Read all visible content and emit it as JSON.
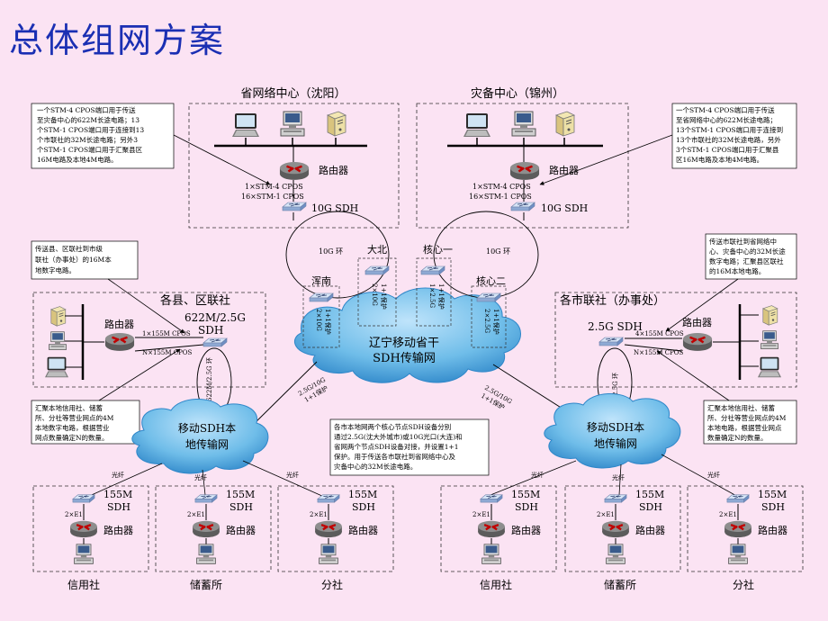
{
  "title": "总体组网方案",
  "center_provincial": {
    "label": "省网络中心（沈阳）",
    "router": "路由器",
    "cpos": [
      "1×STM-4 CPOS",
      "16×STM-1 CPOS"
    ],
    "sdh": "10G SDH"
  },
  "center_backup": {
    "label": "灾备中心（锦州）",
    "router": "路由器",
    "cpos": [
      "1×STM-4 CPOS",
      "16×STM-1 CPOS"
    ],
    "sdh": "10G SDH"
  },
  "notes": {
    "provincial": [
      "一个STM-4 CPOS端口用于传送",
      "至灾备中心的622M长途电路；13",
      "个STM-1 CPOS端口用于连接到13",
      "个市联社的32M长途电路；另外3",
      "个STM-1 CPOS端口用于汇聚县区",
      "16M电路及本地4M电路。"
    ],
    "backup": [
      "一个STM-4 CPOS端口用于传送",
      "至省网络中心的622M长途电路；",
      "13个STM-1 CPOS端口用于连接到",
      "13个市联社的32M长途电路，另外",
      "3个STM-1 CPOS端口用于汇聚县",
      "区16M电路及本地4M电路。"
    ],
    "county_top": [
      "传送县、区联社到市级",
      "联社（办事处）的16M本",
      "地数字电路。"
    ],
    "city_top": [
      "传送市联社到省网络中",
      "心、灾备中心的32M长途",
      "数字电路；汇聚县区联社",
      "的16M本地电路。"
    ],
    "county_bottom": [
      "汇聚本地信用社、储蓄",
      "所、分社等营业网点的4M",
      "本地数字电路，根据营业",
      "网点数量确定N的数量。"
    ],
    "city_bottom": [
      "汇聚本地信用社、储蓄",
      "所、分社等营业网点的4M",
      "本地电路，根据营业网点",
      "数量确定N的数量。"
    ],
    "center": [
      "各市本地网两个核心节点SDH设备分别",
      "通过2.5G(沈大外城市)或10G光口(大连)和",
      "省网两个节点SDH设备对接，并设置1+1",
      "保护。用于传送各市联社到省网络中心及",
      "灾备中心的32M长途电路。"
    ]
  },
  "backbone": {
    "cloud": [
      "辽宁移动省干",
      "SDH传输网"
    ],
    "nodes": [
      "大北",
      "核心一",
      "浑南",
      "核心二"
    ],
    "ring": "10G 环",
    "protect": [
      "2×10G",
      "1+1保护",
      "1×2.5G",
      "1+1保护",
      "2×10G",
      "1+1保护",
      "2×2.5G",
      "1+1保护"
    ]
  },
  "county": {
    "label": "各县、区联社",
    "router": "路由器",
    "sdh": [
      "622M/2.5G",
      "SDH"
    ],
    "ports": [
      "1×155M CPOS",
      "N×155M CPOS"
    ],
    "ring": "622M/2.5G 环"
  },
  "city": {
    "label": "各市联社（办事处）",
    "router": "路由器",
    "sdh": "2.5G SDH",
    "ports": [
      "4×155M CPOS",
      "N×155M CPOS"
    ],
    "ring": "2.5G 环"
  },
  "local_cloud": [
    "移动SDH本",
    "地传输网"
  ],
  "uplink": [
    "2.5G/10G",
    "1+1保护"
  ],
  "fiber": "光纤",
  "branch": {
    "sdh": [
      "155M",
      "SDH"
    ],
    "e1": "2×E1",
    "router": "路由器",
    "sites": [
      "信用社",
      "储蓄所",
      "分社",
      "信用社",
      "储蓄所",
      "分社"
    ]
  },
  "colors": {
    "title": "#1a2fb3",
    "background": "#fbe3f3",
    "cloud": "#2f87c9",
    "router": "#b00000"
  }
}
